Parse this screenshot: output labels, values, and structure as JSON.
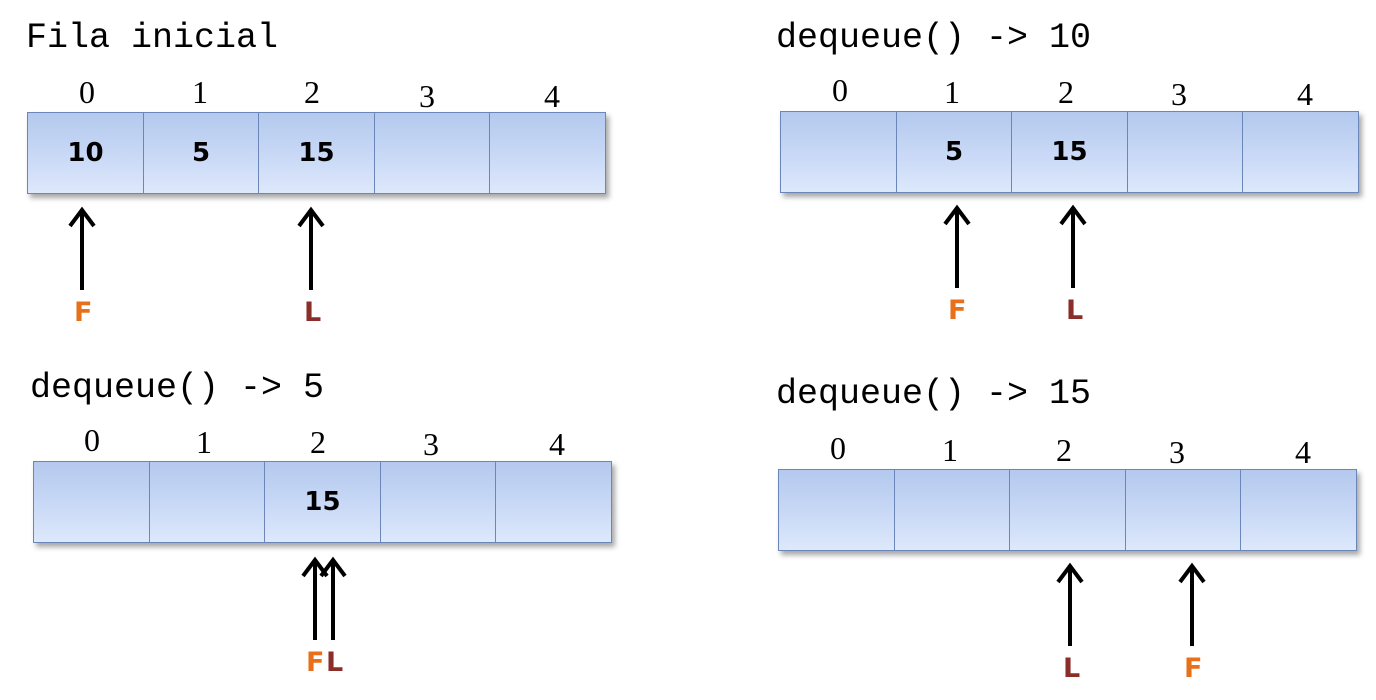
{
  "colors": {
    "front": "#e8701a",
    "last": "#8b2e2a",
    "cell_fill": "#c9d9f6",
    "cell_border": "#6b86b8"
  },
  "panels": [
    {
      "title": "Fila inicial",
      "indices": [
        "0",
        "1",
        "2",
        "3",
        "4"
      ],
      "cells": [
        "10",
        "5",
        "15",
        "",
        ""
      ],
      "front_label": "F",
      "last_label": "L",
      "front_index": 0,
      "last_index": 2
    },
    {
      "title": "dequeue() -> 10",
      "indices": [
        "0",
        "1",
        "2",
        "3",
        "4"
      ],
      "cells": [
        "",
        "5",
        "15",
        "",
        ""
      ],
      "front_label": "F",
      "last_label": "L",
      "front_index": 1,
      "last_index": 2
    },
    {
      "title": "dequeue() -> 5",
      "indices": [
        "0",
        "1",
        "2",
        "3",
        "4"
      ],
      "cells": [
        "",
        "",
        "15",
        "",
        ""
      ],
      "front_label": "F",
      "last_label": "L",
      "front_index": 2,
      "last_index": 2
    },
    {
      "title": "dequeue() -> 15",
      "indices": [
        "0",
        "1",
        "2",
        "3",
        "4"
      ],
      "cells": [
        "",
        "",
        "",
        "",
        ""
      ],
      "front_label": "F",
      "last_label": "L",
      "front_index": 3,
      "last_index": 2
    }
  ]
}
